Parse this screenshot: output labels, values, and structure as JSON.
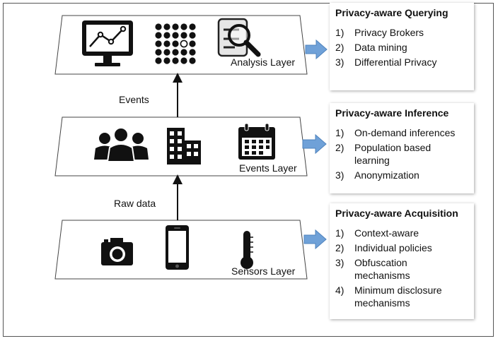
{
  "layers": {
    "analysis": {
      "label": "Analysis Layer",
      "icons": [
        "monitor-chart-icon",
        "dot-grid-icon",
        "document-magnifier-icon"
      ],
      "box": {
        "title": "Privacy-aware Querying",
        "items": [
          {
            "num": "1)",
            "text": "Privacy Brokers"
          },
          {
            "num": "2)",
            "text": "Data mining"
          },
          {
            "num": "3)",
            "text": "Differential Privacy"
          }
        ]
      }
    },
    "events": {
      "label": "Events Layer",
      "icons": [
        "people-group-icon",
        "buildings-icon",
        "calendar-icon"
      ],
      "box": {
        "title": "Privacy-aware Inference",
        "items": [
          {
            "num": "1)",
            "text": "On-demand inferences"
          },
          {
            "num": "2)",
            "text": "Population based learning"
          },
          {
            "num": "3)",
            "text": "Anonymization"
          }
        ]
      }
    },
    "sensors": {
      "label": "Sensors Layer",
      "icons": [
        "camera-icon",
        "smartphone-icon",
        "thermometer-icon"
      ],
      "box": {
        "title": "Privacy-aware Acquisition",
        "items": [
          {
            "num": "1)",
            "text": "Context-aware"
          },
          {
            "num": "2)",
            "text": "Individual policies"
          },
          {
            "num": "3)",
            "text": "Obfuscation mechanisms"
          },
          {
            "num": "4)",
            "text": "Minimum disclosure mechanisms"
          }
        ]
      }
    }
  },
  "flows": {
    "events_to_analysis": "Events",
    "raw_to_events": "Raw data"
  },
  "colors": {
    "arrow_fill": "#6fa1d8",
    "arrow_stroke": "#4f83bd",
    "icon": "#111111"
  }
}
